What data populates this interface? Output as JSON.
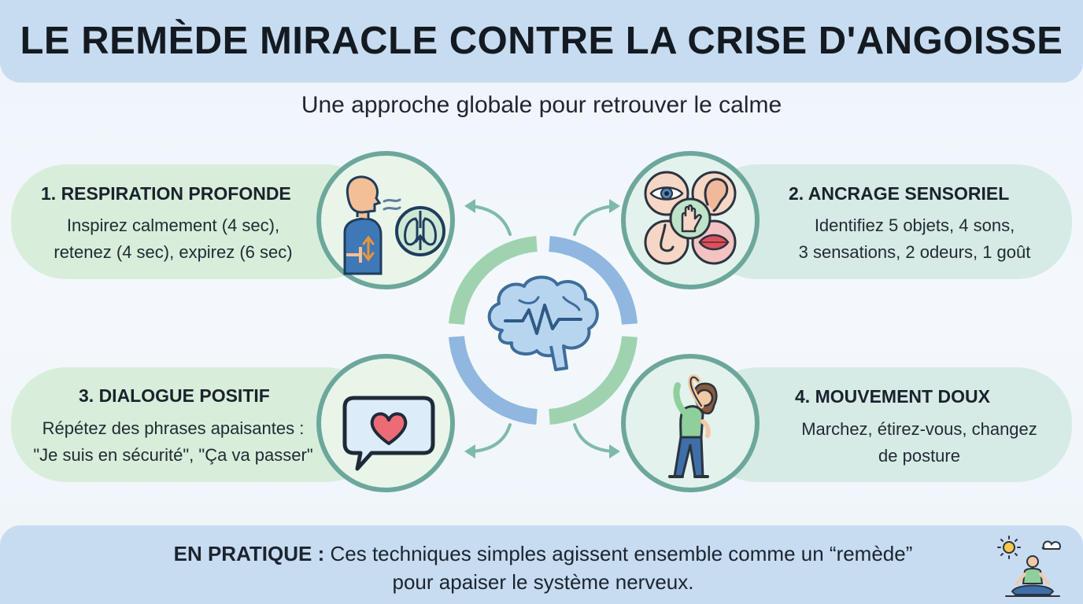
{
  "header": {
    "title": "LE REMÈDE MIRACLE CONTRE LA CRISE D'ANGOISSE",
    "subtitle": "Une approche globale pour retrouver le calme"
  },
  "techniques": [
    {
      "title": "1. RESPIRATION PROFONDE",
      "line1": "Inspirez calmement (4 sec),",
      "line2": "retenez (4 sec), expirez (6 sec)",
      "icon": "breathing-person-lungs-icon"
    },
    {
      "title": "2. ANCRAGE SENSORIEL",
      "line1": "Identifiez 5 objets, 4 sons,",
      "line2": "3 sensations, 2 odeurs, 1 goût",
      "icon": "five-senses-icon"
    },
    {
      "title": "3. DIALOGUE POSITIF",
      "line1": "Répétez des phrases apaisantes :",
      "line2": "\"Je suis en sécurité\", \"Ça va passer\"",
      "icon": "speech-bubble-heart-icon"
    },
    {
      "title": "4. MOUVEMENT DOUX",
      "line1": "Marchez, étirez-vous, changez",
      "line2": "de posture",
      "icon": "stretching-woman-icon"
    }
  ],
  "center": {
    "icon": "brain-wave-icon"
  },
  "footer": {
    "label": "EN PRATIQUE :",
    "line1": "Ces techniques simples agissent ensemble comme un “remède”",
    "line2": "pour apaiser le système nerveux.",
    "icon": "meditating-person-icon"
  },
  "colors": {
    "header_bg": "#c7dcf0",
    "pill_green": "#d8eedb",
    "pill_teal": "#d6ebe6",
    "ring_green": "#8fcba4",
    "ring_blue": "#7ea9d6",
    "circle_border": "#6da79c"
  }
}
